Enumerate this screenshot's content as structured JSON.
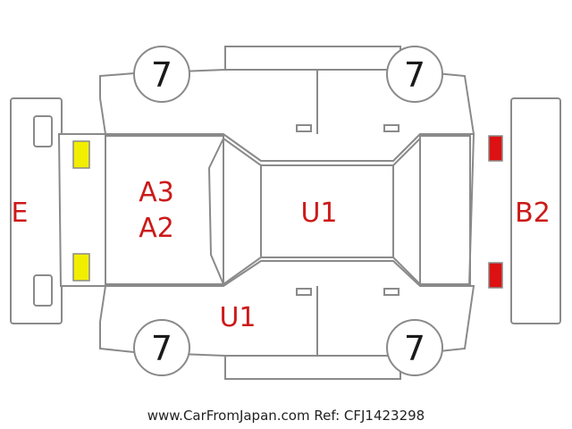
{
  "labels": {
    "rear_bumper": "E",
    "rear_area_line1": "A3",
    "rear_area_line2": "A2",
    "roof": "U1",
    "side": "U1",
    "front_bumper": "B2"
  },
  "tires": {
    "front_left": "7",
    "rear_left": "7",
    "front_right": "7",
    "rear_right": "7"
  },
  "footer": "www.CarFromJapan.com Ref: CFJ1423298",
  "colors": {
    "outline": "#8a8a8a",
    "label": "#cc1a1a",
    "yellow_marker": "#f2ee00",
    "red_marker": "#dd1111"
  }
}
